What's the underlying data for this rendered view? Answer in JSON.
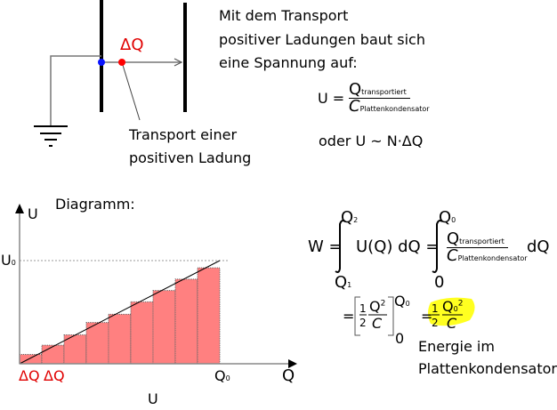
{
  "circuit": {
    "delta_q_label": "ΔQ",
    "transport_label_line1": "Transport einer",
    "transport_label_line2": "positiven Ladung",
    "plate_color": "#000000",
    "charge_source_color": "#0a14ff",
    "charge_color": "#ff0000"
  },
  "explanation": {
    "line1": "Mit dem Transport",
    "line2": "positiver Ladungen baut sich",
    "line3": "eine Spannung auf:",
    "formula_lhs": "U =",
    "formula_num": "Q",
    "formula_num_sub": "transportiert",
    "formula_den": "C",
    "formula_den_sub": "Plattenkondensator",
    "alt_formula": "oder U ~ N·ΔQ"
  },
  "diagram": {
    "title": "Diagramm:",
    "y_axis_label": "U",
    "x_axis_label": "Q",
    "bottom_label": "U",
    "u0_label": "U",
    "u0_sub": "0",
    "q0_label": "Q",
    "q0_sub": "0",
    "dq_labels": [
      "ΔQ",
      "ΔQ"
    ],
    "bar_color": "#ff8080",
    "bar_heights_fraction_of_U0": [
      0.09,
      0.18,
      0.28,
      0.4,
      0.48,
      0.6,
      0.71,
      0.82,
      0.93
    ]
  },
  "energy": {
    "w_eq": "W =",
    "upper1": "Q",
    "upper1_sub": "2",
    "lower1": "Q",
    "lower1_sub": "1",
    "integrand1": "U(Q) dQ =",
    "upper2": "Q",
    "upper2_sub": "0",
    "lower2": "0",
    "num": "Q",
    "num_sub": "transportiert",
    "den": "C",
    "den_sub": "Plattenkondensator",
    "dq": "dQ",
    "eq2": "=",
    "half_num": "1",
    "half_den": "2",
    "q2": "Q",
    "sq": "2",
    "c": "C",
    "bracket_upper": "Q",
    "bracket_upper_sub": "0",
    "bracket_lower": "0",
    "eq3": "=",
    "result_q": "Q",
    "result_q_sub": "0",
    "highlight_color": "#ffff20",
    "caption_line1": "Energie im",
    "caption_line2": "Plattenkondensator"
  }
}
